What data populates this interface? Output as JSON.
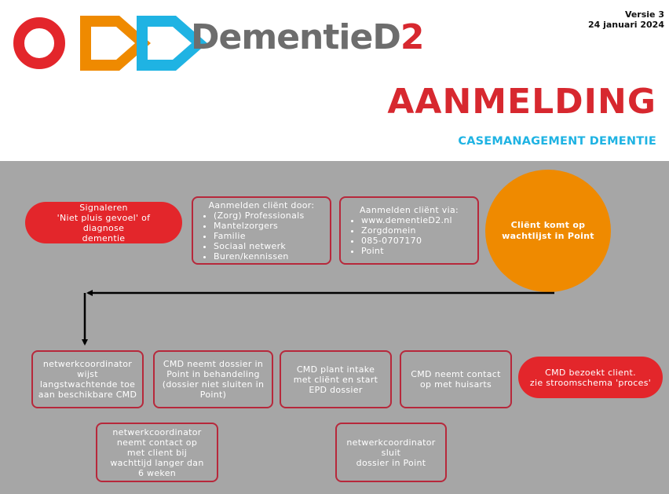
{
  "header": {
    "logo_text_main": "DementieD",
    "logo_text_accent": "2",
    "version_line1": "Versie 3",
    "version_line2": "24 januari 2024",
    "title": "AANMELDING",
    "subtitle": "CASEMANAGEMENT DEMENTIE"
  },
  "colors": {
    "red": "#e3262b",
    "dark_red_border": "#b7283b",
    "orange": "#ef8a00",
    "blue": "#1fb3e3",
    "grey_background": "#a6a6a6",
    "logo_grey": "#6d6d6d"
  },
  "nodes": {
    "signaleren": [
      "Signaleren",
      "'Niet pluis gevoel' of diagnose",
      "dementie"
    ],
    "aanmelden_door": {
      "heading": "Aanmelden cliënt door:",
      "items": [
        "(Zorg) Professionals",
        "Mantelzorgers",
        "Familie",
        "Sociaal netwerk",
        "Buren/kennissen"
      ]
    },
    "aanmelden_via": {
      "heading": "Aanmelden cliënt via:",
      "items": [
        "www.dementieD2.nl",
        "Zorgdomein",
        "085-0707170",
        "Point"
      ]
    },
    "wachtlijst": "Cliënt komt op wachtlijst in Point",
    "wijst_toe": [
      "netwerkcoordinator",
      "wijst",
      "langstwachtende toe",
      "aan beschikbare CMD"
    ],
    "dossier_behandeling": [
      "CMD neemt dossier in",
      "Point in behandeling",
      "(dossier niet sluiten in",
      "Point)"
    ],
    "plant_intake": [
      "CMD plant intake",
      "met cliënt en start",
      "EPD dossier"
    ],
    "contact_huisarts": [
      "CMD neemt contact",
      "op met huisarts"
    ],
    "bezoekt_client": [
      "CMD bezoekt client.",
      "zie stroomschema 'proces'"
    ],
    "contact_client": [
      "netwerkcoordinator",
      "neemt contact op",
      "met client bij",
      "wachttijd langer dan",
      "6 weken"
    ],
    "sluit_dossier": [
      "netwerkcoordinator",
      "sluit",
      "dossier in Point"
    ]
  }
}
